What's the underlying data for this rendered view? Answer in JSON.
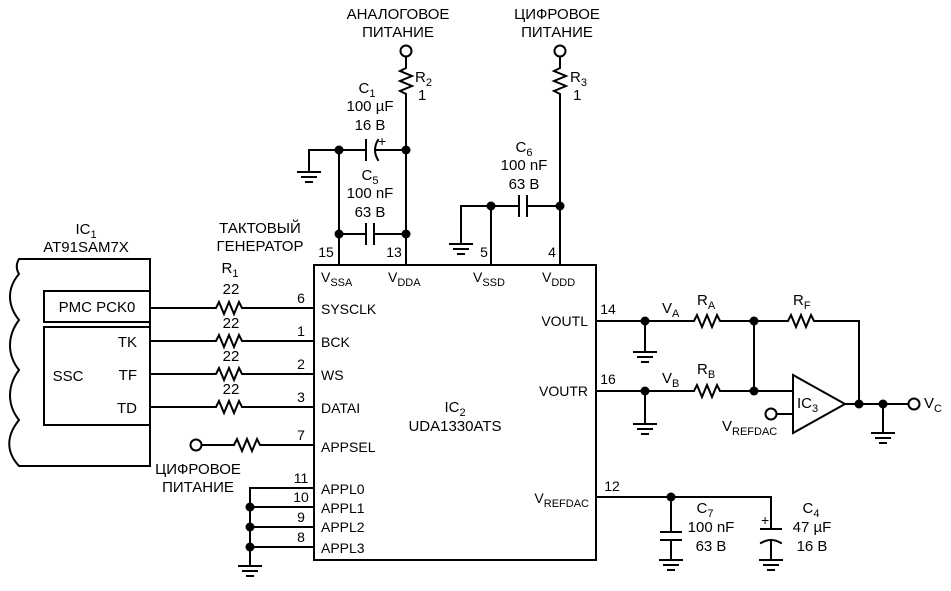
{
  "power": {
    "analog": [
      "АНАЛОГОВОЕ",
      "ПИТАНИЕ"
    ],
    "digital": [
      "ЦИФРОВОЕ",
      "ПИТАНИЕ"
    ],
    "digital_left": [
      "ЦИФРОВОЕ",
      "ПИТАНИЕ"
    ]
  },
  "ic1": {
    "prefix": "IC",
    "sub": "1",
    "part": "AT91SAM7X",
    "pmc": "PMC PCK0",
    "ssc": "SSC",
    "tk": "TK",
    "tf": "TF",
    "td": "TD"
  },
  "ic2": {
    "prefix": "IC",
    "sub": "2",
    "part": "UDA1330ATS"
  },
  "ic3": {
    "prefix": "IC",
    "sub": "3"
  },
  "clock_gen": [
    "ТАКТОВЫЙ",
    "ГЕНЕРАТОР"
  ],
  "components": {
    "r1": {
      "prefix": "R",
      "sub": "1",
      "value": "22"
    },
    "r_values": [
      "22",
      "22",
      "22"
    ],
    "r2": {
      "prefix": "R",
      "sub": "2",
      "value": "1"
    },
    "r3": {
      "prefix": "R",
      "sub": "3",
      "value": "1"
    },
    "ra": {
      "prefix": "R",
      "sub": "A"
    },
    "rb": {
      "prefix": "R",
      "sub": "B"
    },
    "rf": {
      "prefix": "R",
      "sub": "F"
    },
    "c1": {
      "prefix": "C",
      "sub": "1",
      "value": "100 µF",
      "voltage": "16 В"
    },
    "c5": {
      "prefix": "C",
      "sub": "5",
      "value": "100 nF",
      "voltage": "63 В"
    },
    "c6": {
      "prefix": "C",
      "sub": "6",
      "value": "100 nF",
      "voltage": "63 В"
    },
    "c7": {
      "prefix": "C",
      "sub": "7",
      "value": "100 nF",
      "voltage": "63 В"
    },
    "c4": {
      "prefix": "C",
      "sub": "4",
      "value": "47 µF",
      "voltage": "16 В"
    }
  },
  "pins": {
    "sysclk": {
      "num": "6",
      "label": "SYSCLK"
    },
    "bck": {
      "num": "1",
      "label": "BCK"
    },
    "ws": {
      "num": "2",
      "label": "WS"
    },
    "datai": {
      "num": "3",
      "label": "DATAI"
    },
    "appsel": {
      "num": "7",
      "label": "APPSEL"
    },
    "appl0": {
      "num": "11",
      "label": "APPL0"
    },
    "appl1": {
      "num": "10",
      "label": "APPL1"
    },
    "appl2": {
      "num": "9",
      "label": "APPL2"
    },
    "appl3": {
      "num": "8",
      "label": "APPL3"
    },
    "vssa": {
      "num": "15",
      "prefix": "V",
      "sub": "SSA"
    },
    "vdda": {
      "num": "13",
      "prefix": "V",
      "sub": "DDA"
    },
    "vssd": {
      "num": "5",
      "prefix": "V",
      "sub": "SSD"
    },
    "vddd": {
      "num": "4",
      "prefix": "V",
      "sub": "DDD"
    },
    "voutl": {
      "num": "14",
      "label": "VOUTL"
    },
    "voutr": {
      "num": "16",
      "label": "VOUTR"
    },
    "vrefdac": {
      "num": "12",
      "prefix": "V",
      "sub": "REFDAC"
    }
  },
  "nets": {
    "va": {
      "prefix": "V",
      "sub": "A"
    },
    "vb": {
      "prefix": "V",
      "sub": "B"
    },
    "vc": {
      "prefix": "V",
      "sub": "C"
    },
    "vrefdac": {
      "prefix": "V",
      "sub": "REFDAC"
    }
  },
  "polarity": "+"
}
